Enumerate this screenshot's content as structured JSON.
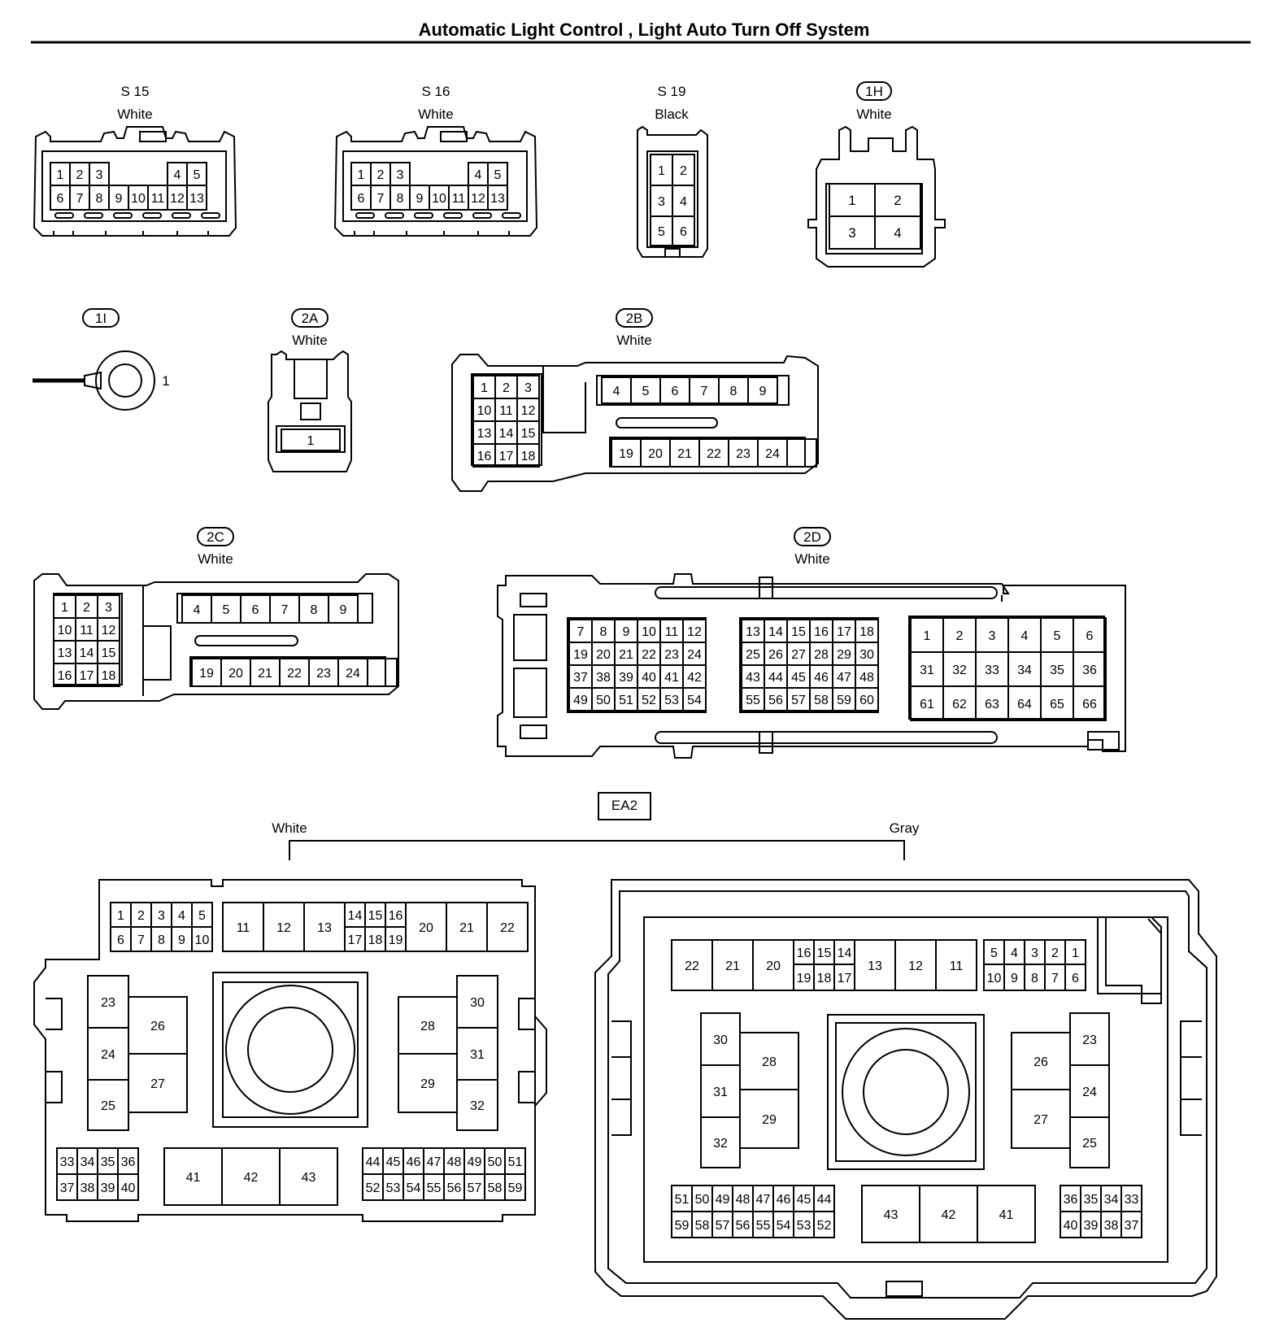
{
  "title": "Automatic Light Control , Light Auto Turn Off System",
  "connectors": [
    {
      "code": "S 15",
      "color": "White"
    },
    {
      "code": "S 16",
      "color": "White"
    },
    {
      "code": "S 19",
      "color": "Black"
    },
    {
      "code": "1H",
      "color": "White"
    },
    {
      "code": "1I",
      "color": ""
    },
    {
      "code": "2A",
      "color": "White"
    },
    {
      "code": "2B",
      "color": "White"
    },
    {
      "code": "2C",
      "color": "White"
    },
    {
      "code": "2D",
      "color": "White"
    }
  ],
  "terminal_1I_pin": "1",
  "ea2": {
    "code": "EA2",
    "left_color": "White",
    "right_color": "Gray"
  }
}
